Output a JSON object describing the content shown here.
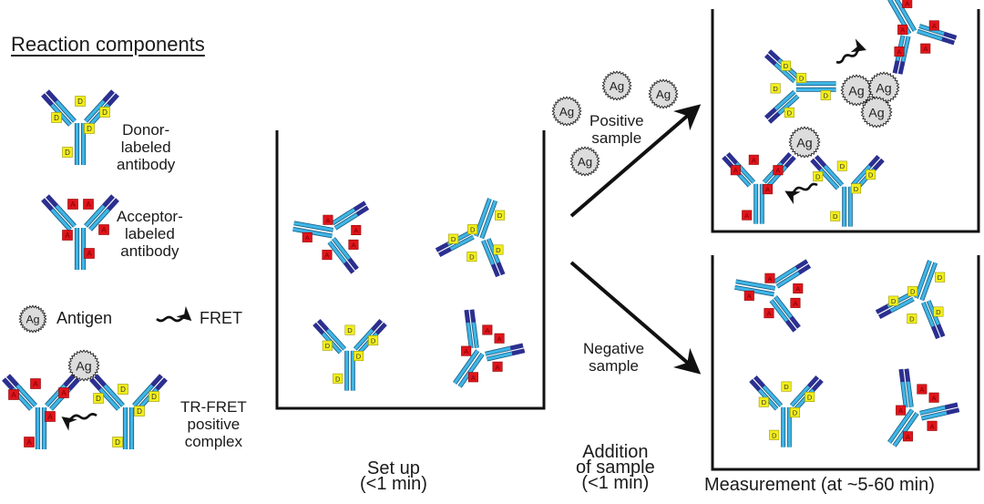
{
  "heading": "Reaction components",
  "legend": {
    "donor": {
      "line1": "Donor-",
      "line2": "labeled",
      "line3": "antibody"
    },
    "acceptor": {
      "line1": "Acceptor-",
      "line2": "labeled",
      "line3": "antibody"
    },
    "antigen": "Antigen",
    "fret": "FRET",
    "complex": {
      "line1": "TR-FRET",
      "line2": "positive",
      "line3": "complex"
    }
  },
  "labels": {
    "donor_tag": "D",
    "acceptor_tag": "A",
    "antigen_tag": "Ag"
  },
  "paths": {
    "positive": {
      "line1": "Positive",
      "line2": "sample"
    },
    "negative": {
      "line1": "Negative",
      "line2": "sample"
    }
  },
  "steps": {
    "setup": {
      "line1": "Set up",
      "line2": "(<1 min)"
    },
    "addition": {
      "line1": "Addition",
      "line2": "of sample",
      "line3": "(<1 min)"
    },
    "measurement": "Measurement (at ~5-60 min)"
  },
  "colors": {
    "antibody_light": "#3fb6e6",
    "antibody_dark": "#2b2f8f",
    "donor": "#f2ee1a",
    "acceptor": "#e0141b",
    "antigen_fill": "#dcdcdc",
    "line": "#111111"
  }
}
